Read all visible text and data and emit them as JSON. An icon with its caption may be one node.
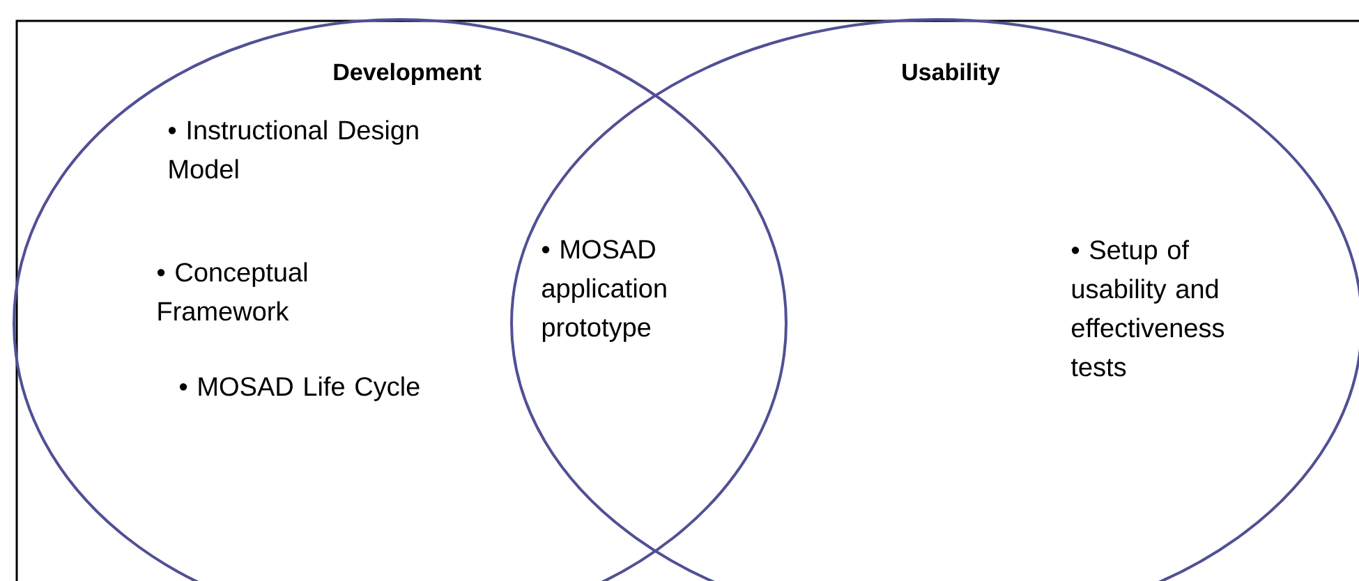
{
  "diagram": {
    "nodes": [
      {
        "text": [
          "Development",
          "• Instructional Design Model",
          "• Conceptual Framework",
          "• MOSAD Life Cycle"
        ]
      },
      {
        "text": [
          "Usability",
          "• Setup of usability and effectiveness tests"
        ]
      }
    ],
    "labels": [
      "• MOSAD application prototype"
    ]
  }
}
